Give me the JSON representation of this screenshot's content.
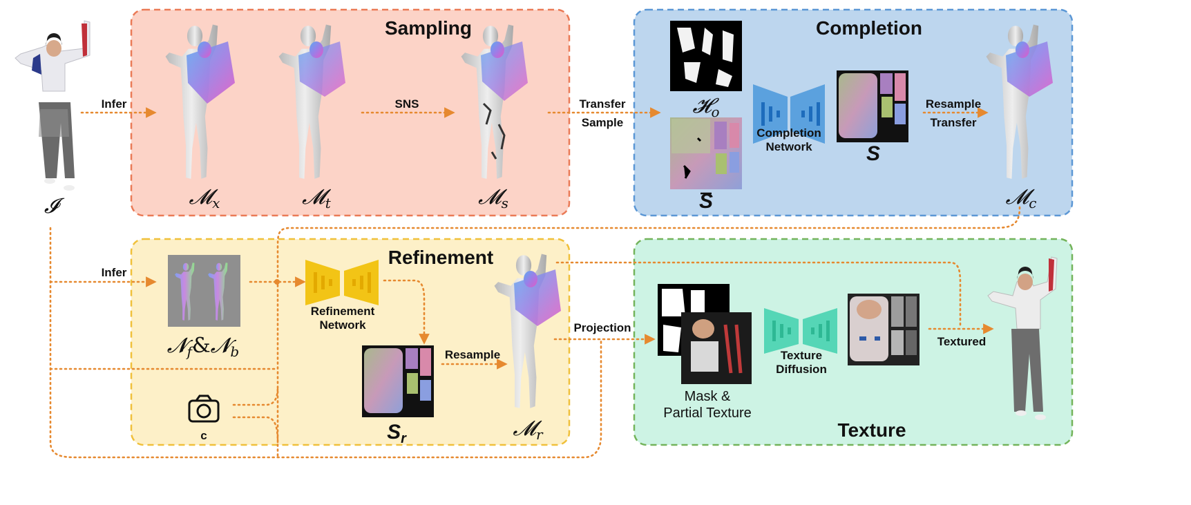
{
  "panels": {
    "sampling": "Sampling",
    "completion": "Completion",
    "refinement": "Refinement",
    "texture": "Texture"
  },
  "labels": {
    "infer_top": "Infer",
    "sns": "SNS",
    "transfer": "Transfer",
    "sample": "Sample",
    "resample_top": "Resample",
    "transfer_2": "Transfer",
    "infer_bottom": "Infer",
    "completion_net_1": "Completion",
    "completion_net_2": "Network",
    "refinement_net_1": "Refinement",
    "refinement_net_2": "Network",
    "resample_bottom": "Resample",
    "projection": "Projection",
    "texture_diff_1": "Texture",
    "texture_diff_2": "Diffusion",
    "textured": "Textured",
    "mask_1": "Mask &",
    "mask_2": "Partial Texture"
  },
  "symbols": {
    "input_image": "𝓘",
    "mx": "𝓜",
    "mx_sub": "x",
    "mt": "𝓜",
    "mt_sub": "t",
    "ms": "𝓜",
    "ms_sub": "s",
    "ho": "𝓗",
    "ho_sub": "o",
    "s_bar": "S",
    "s": "S",
    "mc": "𝓜",
    "mc_sub": "c",
    "nf": "𝓝",
    "nf_sub": "f",
    "amp": "&",
    "nb": "𝓝",
    "nb_sub": "b",
    "sr": "S",
    "sr_sub": "r",
    "mr": "𝓜",
    "mr_sub": "r",
    "camera": "c"
  },
  "colors": {
    "sampling_bg": "#fcd3c7",
    "sampling_border": "#ea7a56",
    "completion_bg": "#bdd6ee",
    "completion_border": "#5b97d5",
    "refinement_bg": "#fdf0c8",
    "refinement_border": "#f0c03a",
    "texture_bg": "#cdf3e4",
    "texture_border": "#73b35a",
    "flow": "#e6892f",
    "completion_net": "#3b8fd8",
    "refinement_net": "#f2c416",
    "texture_net": "#55d6b6"
  }
}
